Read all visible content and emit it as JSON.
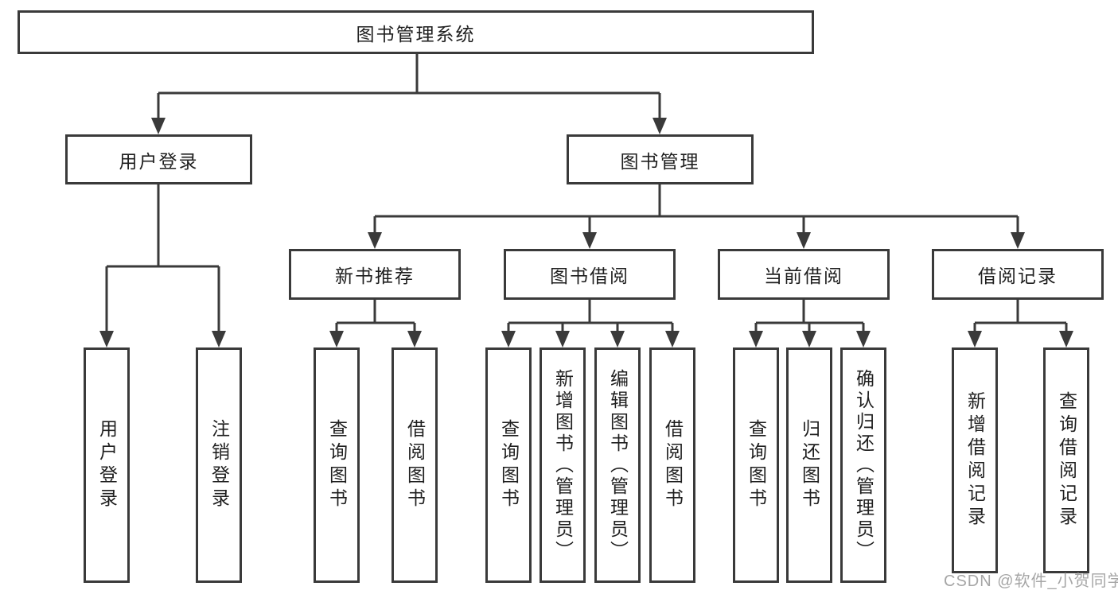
{
  "diagram": {
    "type": "hierarchy-tree",
    "root": "图书管理系统",
    "level2": [
      "用户登录",
      "图书管理"
    ],
    "level3": [
      "新书推荐",
      "图书借阅",
      "当前借阅",
      "借阅记录"
    ],
    "leaves": {
      "user_login": [
        "用户登录",
        "注销登录"
      ],
      "new_book": [
        "查询图书",
        "借阅图书"
      ],
      "book_borrow": [
        "查询图书",
        "新增图书（管理员）",
        "编辑图书（管理员）",
        "借阅图书"
      ],
      "current_borrow": [
        "查询图书",
        "归还图书",
        "确认归还（管理员）"
      ],
      "borrow_records": [
        "新增借阅记录",
        "查询借阅记录"
      ]
    },
    "colors": {
      "line": "#3a3a3a",
      "text": "#1f1f1f",
      "watermark": "#a6a6a6",
      "background": "#ffffff"
    }
  },
  "watermark": "CSDN @软件_小贺同学"
}
